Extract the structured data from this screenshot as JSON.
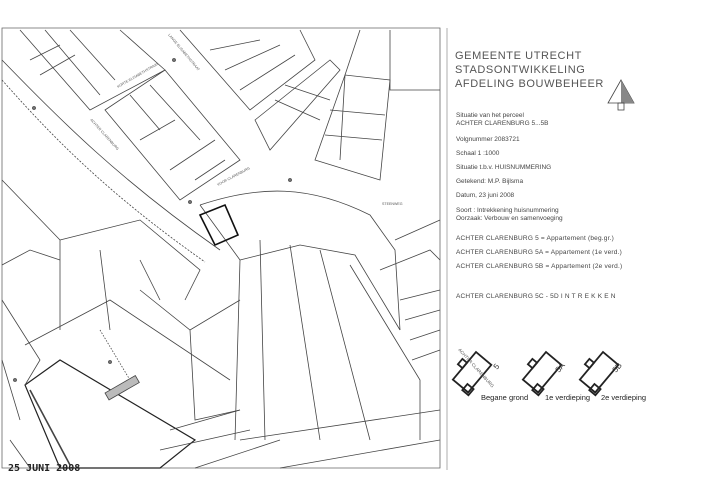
{
  "title_block": {
    "org_lines": [
      "GEMEENTE  UTRECHT",
      "STADSONTWIKKELING",
      "AFDELING  BOUWBEHEER"
    ],
    "situatie_label": "Situatie van het perceel",
    "perceel": "ACHTER CLARENBURG 5...5B",
    "volgnummer": "Volgnummer 2083721",
    "schaal": "Schaal 1 :1000",
    "situatie_tbv": "Situatie t.b.v. HUISNUMMERING",
    "getekend": "Getekend: M.P. Bijlsma",
    "datum": "Datum, 23 juni 2008",
    "soort": "Soort : Intrekkening huisnummering",
    "oorzaak": "Oorzaak: Verbouw en samenvoeging",
    "apartments": [
      "ACHTER CLARENBURG 5 = Appartement (beg.gr.)",
      "ACHTER CLARENBURG 5A = Appartement (1e verd.)",
      "ACHTER CLARENBURG 5B = Appartement (2e verd.)"
    ],
    "intrekken": "ACHTER CLARENBURG 5C - 5D   I N T R E K K E N"
  },
  "floor_plans": {
    "street_label": "ACHTER CLARENBURG",
    "items": [
      {
        "number": "5",
        "label": "Begane grond"
      },
      {
        "number": "5A",
        "label": "1e verdieping"
      },
      {
        "number": "5B",
        "label": "2e verdieping"
      }
    ]
  },
  "map": {
    "streets": [
      "KORTE ELISABETHSTRAAT",
      "LANGE ELISABETHSTRAAT",
      "ACHTER CLARENBURG",
      "VOOR CLARENBURG",
      "STEENWEG"
    ]
  },
  "stamp": "25 JUNI 2008",
  "north_arrow_icon": "north-arrow-icon"
}
